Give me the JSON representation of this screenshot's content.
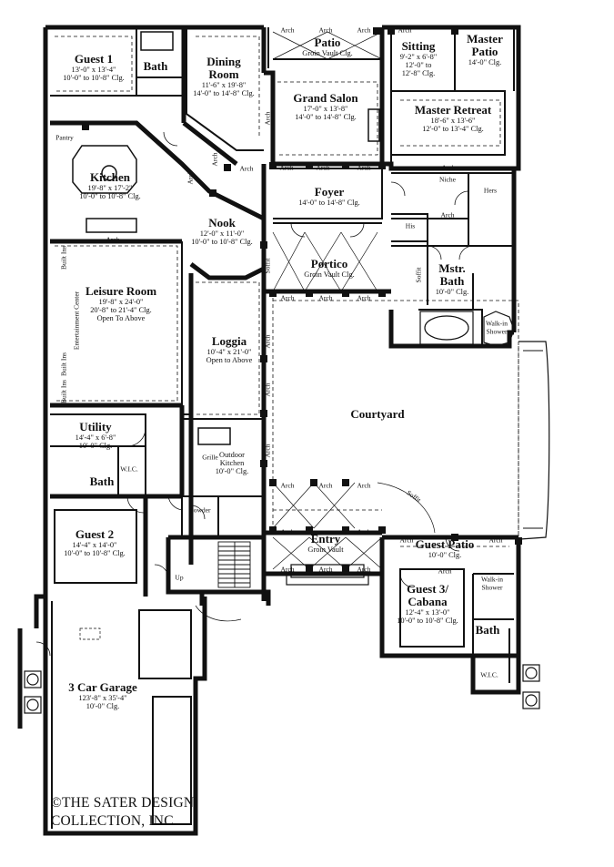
{
  "rooms": {
    "guest1": {
      "name": "Guest 1",
      "dim": "13'-0\" x 13'-4\"",
      "clg": "10'-0\" to 10'-8\" Clg."
    },
    "dining": {
      "name": "Dining",
      "name2": "Room",
      "dim": "11'-6\" x 19'-8\"",
      "clg": "14'-0\" to 14'-8\" Clg."
    },
    "patio": {
      "name": "Patio",
      "note": "Groin Vault Clg."
    },
    "grand_salon": {
      "name": "Grand Salon",
      "dim": "17'-0\" x 13'-8\"",
      "clg": "14'-0\" to 14'-8\" Clg."
    },
    "sitting": {
      "name": "Sitting",
      "dim": "9'-2\" x 6'-8\"",
      "clg": "12'-0\" to",
      "clg2": "12'-8\" Clg."
    },
    "master_patio": {
      "name": "Master",
      "name2": "Patio",
      "clg": "14'-0\" Clg."
    },
    "master_retreat": {
      "name": "Master Retreat",
      "dim": "18'-6\" x 13'-6\"",
      "clg": "12'-0\" to 13'-4\" Clg."
    },
    "kitchen": {
      "name": "Kitchen",
      "dim": "19'-8\" x 17'-2\"",
      "clg": "10'-0\" to 10'-8\" Clg."
    },
    "foyer": {
      "name": "Foyer",
      "clg": "14'-0\" to 14'-8\" Clg."
    },
    "nook": {
      "name": "Nook",
      "dim": "12'-0\" x 11'-0\"",
      "clg": "10'-0\" to 10'-8\" Clg."
    },
    "portico": {
      "name": "Portico",
      "note": "Groin Vault Clg."
    },
    "mstr_bath": {
      "name": "Mstr.",
      "name2": "Bath",
      "clg": "10'-0\" Clg."
    },
    "leisure": {
      "name": "Leisure Room",
      "dim": "19'-8\" x 24'-0\"",
      "clg": "20'-8\" to 21'-4\" Clg.",
      "note": "Open To Above"
    },
    "loggia": {
      "name": "Loggia",
      "dim": "10'-4\" x 21'-0\"",
      "note": "Open to Above"
    },
    "courtyard": {
      "name": "Courtyard"
    },
    "utility": {
      "name": "Utility",
      "dim": "14'-4\" x 6'-8\"",
      "clg": "10'-0\" Clg."
    },
    "bath_mid": {
      "name": "Bath"
    },
    "outdoor_kitchen": {
      "name": "Outdoor",
      "name2": "Kitchen",
      "clg": "10'-0\" Clg."
    },
    "guest2": {
      "name": "Guest 2",
      "dim": "14'-4\" x 14'-0\"",
      "clg": "10'-0\" to 10'-8\" Clg."
    },
    "entry": {
      "name": "Entry",
      "note": "Groin Vault"
    },
    "guest_patio": {
      "name": "Guest Patio",
      "clg": "10'-0\" Clg."
    },
    "guest3": {
      "name": "Guest 3/",
      "name2": "Cabana",
      "dim": "12'-4\" x 13'-0\"",
      "clg": "10'-0\" to 10'-8\" Clg."
    },
    "bath_guest3": {
      "name": "Bath"
    },
    "garage": {
      "name": "3 Car Garage",
      "dim": "123'-8\" x 35'-4\"",
      "clg": "10'-0\" Clg."
    },
    "bath_guest1": {
      "name": "Bath"
    }
  },
  "small_labels": {
    "pantry": "Pantry",
    "niche": "Niche",
    "hers": "Hers",
    "his": "His",
    "walk_in_shower": "Walk-in",
    "walk_in_shower2": "Shower",
    "wic": "W.I.C.",
    "grille": "Grille",
    "powder": "Powder",
    "up": "Up",
    "arch": "Arch",
    "soffit": "Soffit",
    "built_ins": "Built Ins",
    "entertainment_center": "Entertainment Center"
  },
  "copyright": {
    "line1": "©THE SATER DESIGN",
    "line2": "COLLECTION, INC."
  }
}
